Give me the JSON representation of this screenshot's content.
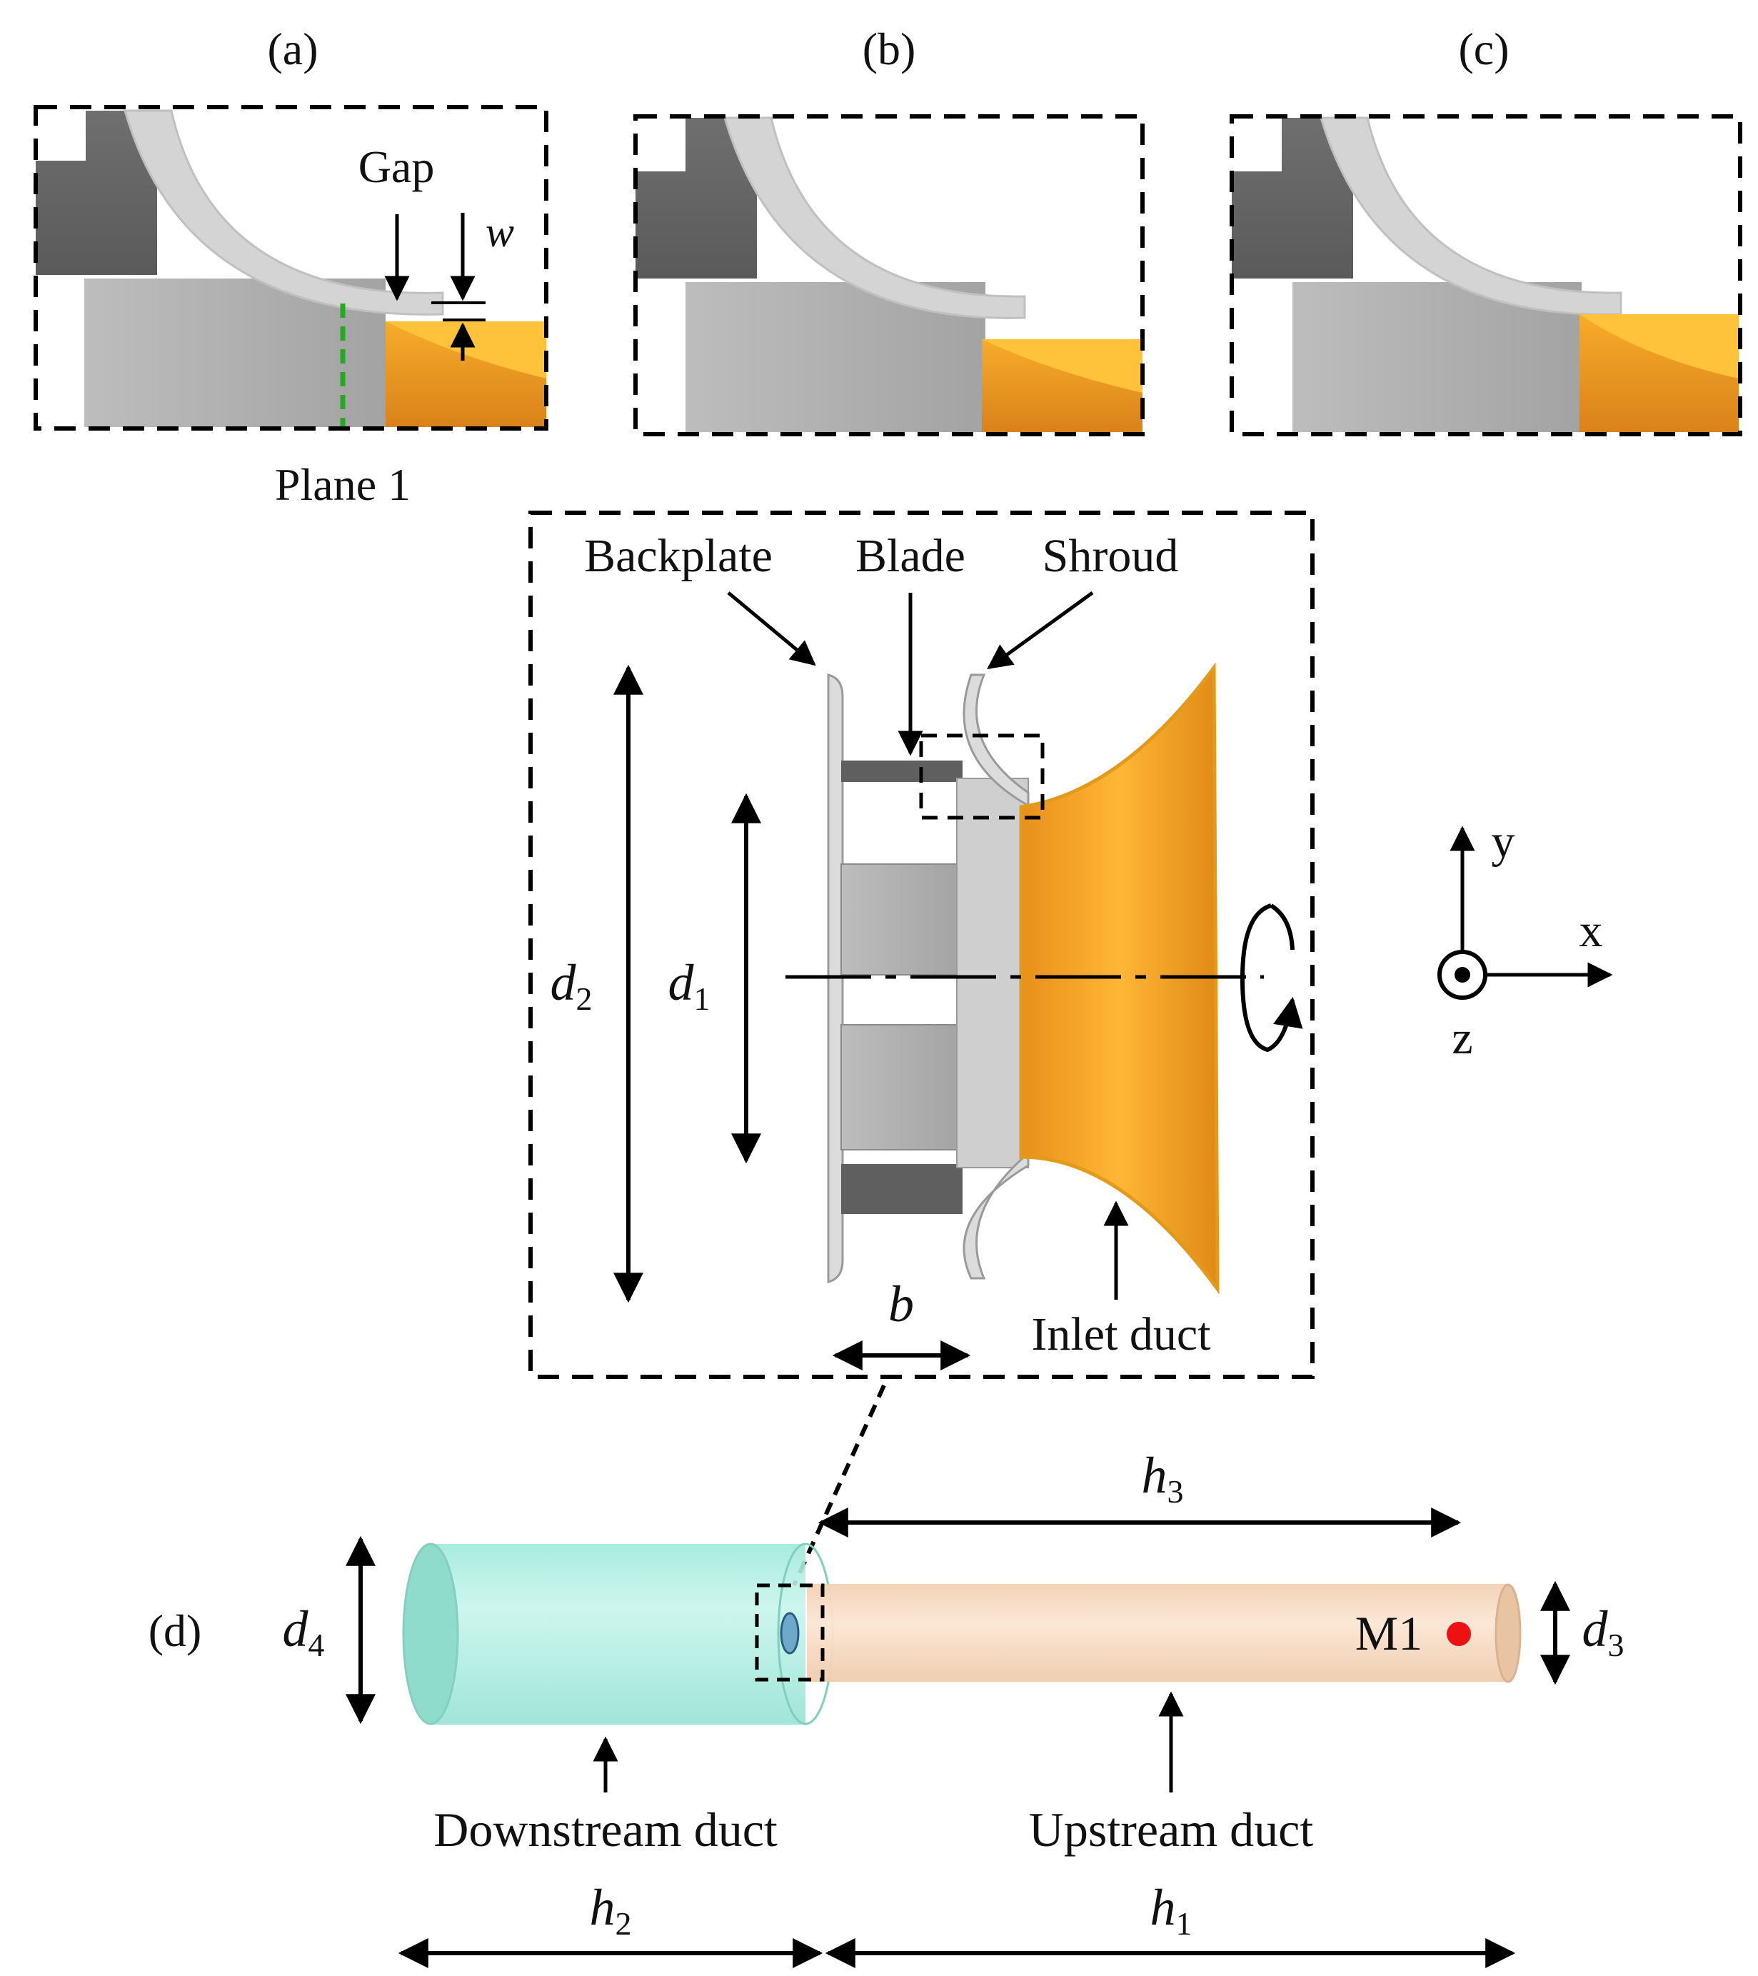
{
  "panels": {
    "a": {
      "label": "(a)",
      "gap": "Gap",
      "w": "w",
      "plane": "Plane 1"
    },
    "b": {
      "label": "(b)"
    },
    "c": {
      "label": "(c)"
    },
    "d": {
      "label": "(d)"
    }
  },
  "impeller": {
    "backplate": "Backplate",
    "blade": "Blade",
    "shroud": "Shroud",
    "inlet_duct": "Inlet duct",
    "d1": "d",
    "d1_sub": "1",
    "d2": "d",
    "d2_sub": "2",
    "b": "b"
  },
  "axes": {
    "x": "x",
    "y": "y",
    "z": "z"
  },
  "ducts": {
    "downstream": "Downstream duct",
    "upstream": "Upstream duct",
    "m1": "M1",
    "d3": "d",
    "d3_sub": "3",
    "d4": "d",
    "d4_sub": "4",
    "h1": "h",
    "h1_sub": "1",
    "h2": "h",
    "h2_sub": "2",
    "h3": "h",
    "h3_sub": "3"
  },
  "colors": {
    "orange": "#f0a020",
    "gray": "#a8a8a8",
    "cyan": "#a9eee0",
    "peach": "#f6d7bd",
    "green": "#22aa22",
    "red": "#ee1111"
  }
}
